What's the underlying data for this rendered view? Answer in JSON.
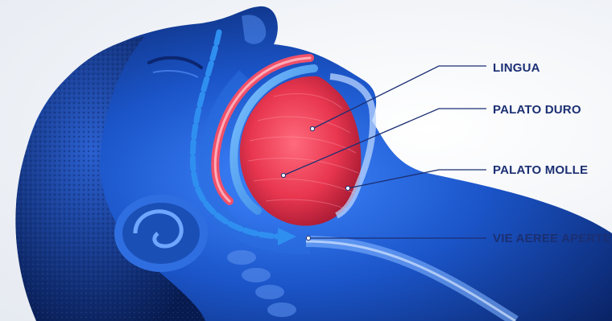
{
  "labels": {
    "lingua": "LINGUA",
    "palato_duro": "PALATO DURO",
    "palato_molle": "PALATO MOLLE",
    "vie_aeree_aperte": "VIE AEREE APERTE"
  },
  "colors": {
    "label_text": "#1b2f73",
    "leader_line": "#1b2f73",
    "head_blue": "#1c4fb8",
    "tongue_red": "#e8364f",
    "airflow_arrow": "#2f8ff0",
    "background": "#f1f3f7"
  }
}
